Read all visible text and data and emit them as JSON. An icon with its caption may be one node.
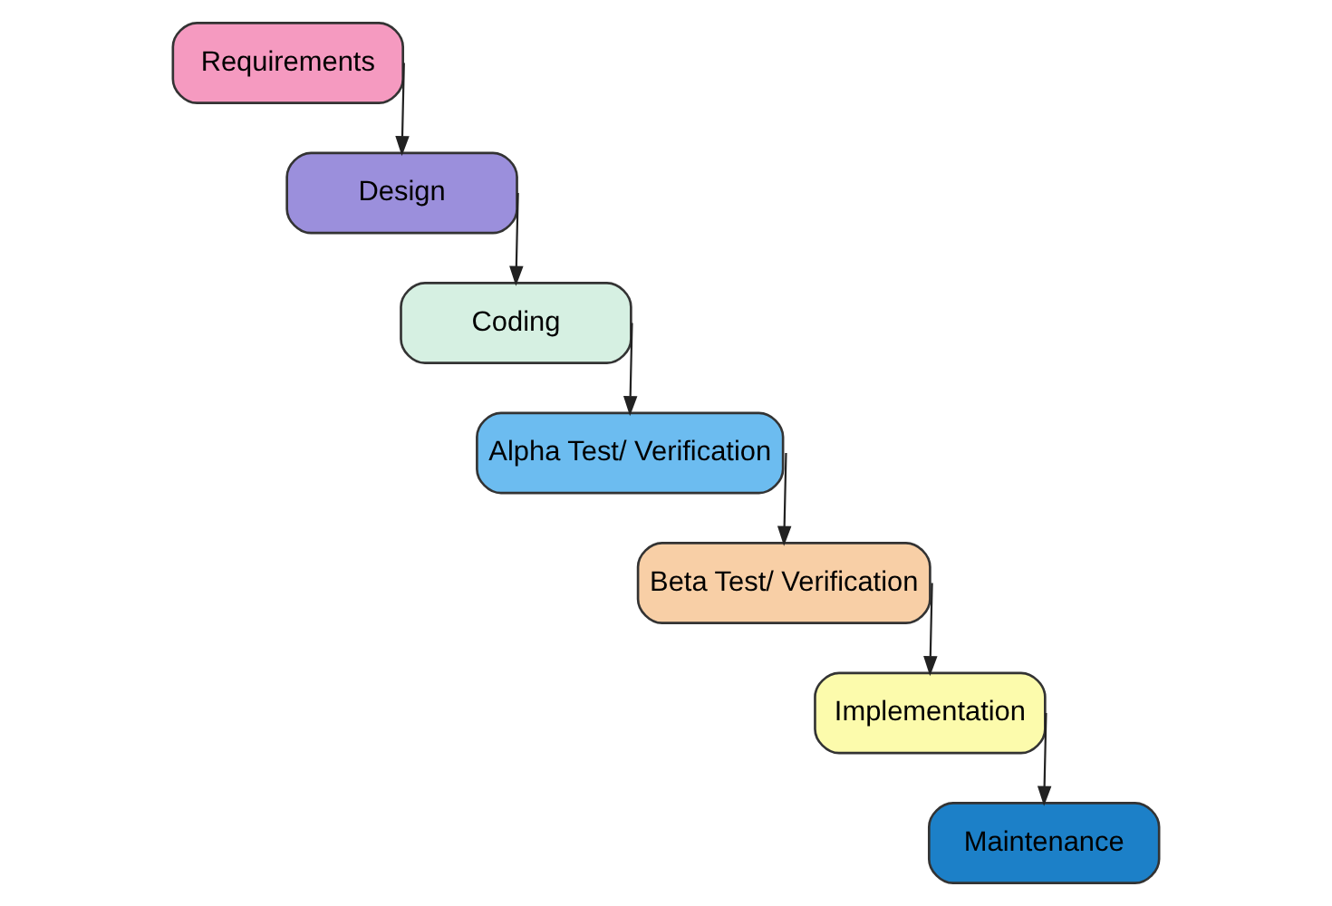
{
  "diagram": {
    "nodes": [
      {
        "text": [
          "Requirements"
        ]
      },
      {
        "text": [
          "Design"
        ]
      },
      {
        "text": [
          "Coding"
        ]
      },
      {
        "text": [
          "Alpha Test/ Verification"
        ]
      },
      {
        "text": [
          "Beta Test/ Verification"
        ]
      },
      {
        "text": [
          "Implementation"
        ]
      },
      {
        "text": [
          "Maintenance"
        ]
      }
    ],
    "edges": [
      {
        "from": 0,
        "to": 1,
        "arrow": "to"
      },
      {
        "from": 1,
        "to": 2,
        "arrow": "to"
      },
      {
        "from": 2,
        "to": 3,
        "arrow": "to"
      },
      {
        "from": 3,
        "to": 4,
        "arrow": "to"
      },
      {
        "from": 4,
        "to": 5,
        "arrow": "to"
      },
      {
        "from": 5,
        "to": 6,
        "arrow": "to"
      }
    ]
  }
}
